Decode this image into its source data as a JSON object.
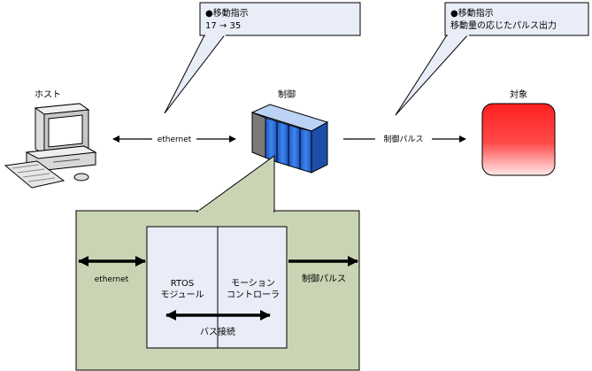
{
  "callout_left": {
    "line1": "●移動指示",
    "line2": "17 → 35"
  },
  "callout_right": {
    "line1": "●移動指示",
    "line2": "移動量の応じたパルス出力"
  },
  "nodes": {
    "host": "ホスト",
    "controller": "制御",
    "target": "対象"
  },
  "links": {
    "host_controller": "ethernet",
    "controller_target": "制御パルス"
  },
  "detail": {
    "left_link": "ethernet",
    "right_link": "制御パルス",
    "rtos_line1": "RTOS",
    "rtos_line2": "モジュール",
    "motion_line1": "モーション",
    "motion_line2": "コントローラ",
    "bus": "バス接続"
  },
  "colors": {
    "callout_fill": "#e8edf7",
    "panel_fill": "#c9d4b4",
    "module_fill": "#e9edf7",
    "server_blue": "#2f6fd8",
    "target_red": "#ff2a2a"
  },
  "icons": {
    "host": "desktop-computer-icon",
    "controller": "server-rack-icon",
    "target": "target-device-icon"
  }
}
